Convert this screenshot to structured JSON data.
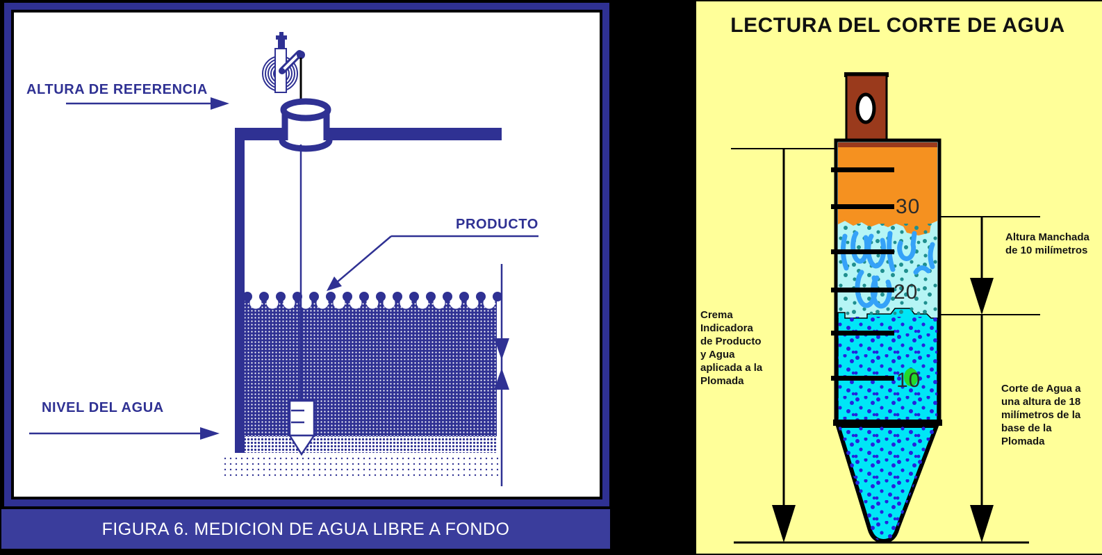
{
  "figure": {
    "left_panel": {
      "caption": "FIGURA 6.  MEDICION DE AGUA LIBRE A FONDO",
      "label_altura_referencia": "ALTURA DE REFERENCIA",
      "label_producto": "PRODUCTO",
      "label_nivel_agua": "NIVEL DEL AGUA"
    },
    "right_panel": {
      "title": "LECTURA DEL CORTE DE AGUA",
      "scale_marks": {
        "mark_30": "30",
        "mark_20": "20",
        "mark_10": "10"
      },
      "label_crema_lines": [
        "Crema",
        "Indicadora",
        "de Producto",
        "y Agua",
        "aplicada a la",
        "Plomada"
      ],
      "label_altura_manchada_lines": [
        "Altura Manchada",
        "de 10 milímetros"
      ],
      "label_corte_agua_lines": [
        "Corte de Agua a",
        "una altura de 18",
        "milímetros de la",
        "base de la",
        "Plomada"
      ]
    },
    "colors": {
      "drawing_blue": "#2F3193",
      "caption_bar_blue": "#3A3D9C",
      "panel_yellow": "#FFFF99",
      "product_orange": "#F59120",
      "plomada_cap_brown": "#9A3A1C",
      "stain_pale_cyan": "#B5F5F5",
      "water_bright_cyan": "#00E6F6",
      "squiggle_light_blue": "#35A2F8",
      "highlight_green": "#22D92B",
      "line_black": "#000000",
      "background_black": "#000000",
      "panel_white": "#FFFFFF"
    }
  }
}
